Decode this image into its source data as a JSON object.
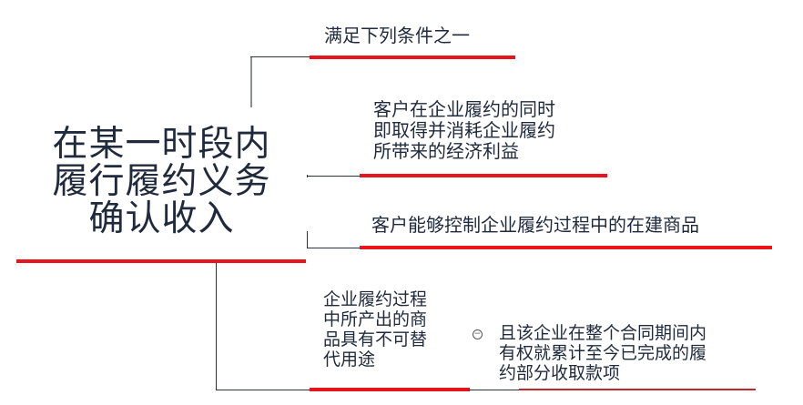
{
  "root": {
    "lines": [
      "在某一时段内",
      "履行履约义务",
      "确认收入"
    ]
  },
  "branches": [
    {
      "label": "满足下列条件之一"
    },
    {
      "label": "客户在企业履约的同时\n即取得并消耗企业履约\n所带来的经济利益"
    },
    {
      "label": "客户能够控制企业履约过程中的在建商品"
    },
    {
      "label": "企业履约过程\n中所产出的商\n品具有不可替\n代用途",
      "collapse_symbol": "−",
      "child": {
        "label": "且该企业在整个合同期间内\n有权就累计至今已完成的履\n约部分收取款项"
      }
    }
  ],
  "colors": {
    "accent": "#e8141b",
    "line": "#2b3340",
    "text": "#1f2a3c"
  }
}
